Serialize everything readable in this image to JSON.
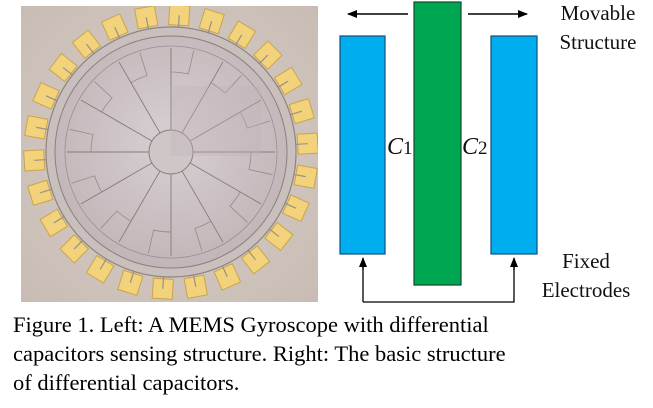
{
  "figure": {
    "photo_alt": "MEMS gyroscope micrograph",
    "diagram": {
      "movable_label_line1": "Movable",
      "movable_label_line2": "Structure",
      "fixed_label_line1": "Fixed",
      "fixed_label_line2": "Electrodes",
      "c1_letter": "C",
      "c1_sub": "1",
      "c2_letter": "C",
      "c2_sub": "2",
      "colors": {
        "electrode": "#00AEEF",
        "movable": "#00A651",
        "electrode_border": "#0a4f7a",
        "movable_border": "#0b4d24"
      }
    },
    "caption": {
      "line1": "Figure 1. Left: A MEMS Gyroscope with differential",
      "line2": "capacitors sensing structure. Right: The basic structure",
      "line3": "of differential capacitors."
    }
  }
}
